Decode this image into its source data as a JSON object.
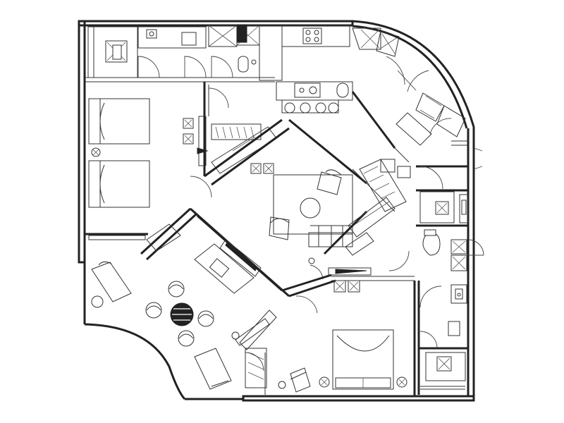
{
  "image": {
    "kind": "architectural floor plan",
    "style": "black line drawing on white",
    "text_labels": []
  },
  "colors": {
    "background": "#ffffff",
    "line": "#222222"
  },
  "spaces": [
    "bathroom-top-left",
    "bathroom-top-center",
    "kitchen",
    "bedroom-left",
    "living-room",
    "dining-lounge",
    "bedroom-bottom",
    "bathroom-right",
    "bathroom-bottom-right",
    "closet",
    "balcony"
  ]
}
